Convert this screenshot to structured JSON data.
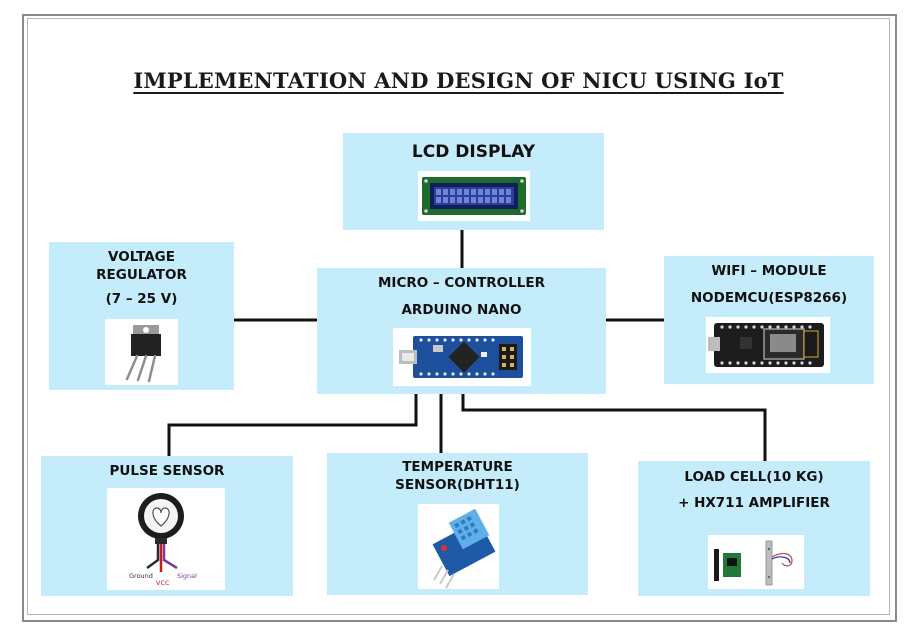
{
  "title": "IMPLEMENTATION AND DESIGN OF NICU USING IoT",
  "blocks": {
    "lcd": {
      "line1": "LCD DISPLAY",
      "icon": "lcd-module-icon"
    },
    "voltage": {
      "line1": "VOLTAGE",
      "line2": "REGULATOR",
      "line3": "(7 – 25 V)",
      "icon": "voltage-regulator-icon"
    },
    "mcu": {
      "line1": "MICRO – CONTROLLER",
      "line2": "ARDUINO NANO",
      "icon": "arduino-nano-icon"
    },
    "wifi": {
      "line1": "WIFI – MODULE",
      "line2": "NODEMCU(ESP8266)",
      "icon": "nodemcu-board-icon"
    },
    "pulse": {
      "line1": "PULSE SENSOR",
      "icon": "pulse-sensor-icon",
      "pins": {
        "ground": "Ground",
        "vcc": "VCC",
        "signal": "Signal"
      }
    },
    "temp": {
      "line1": "TEMPERATURE",
      "line2": "SENSOR(DHT11)",
      "icon": "dht11-sensor-icon"
    },
    "load": {
      "line1": "LOAD CELL(10 KG)",
      "line2": "+ HX711 AMPLIFIER",
      "icon": "load-cell-icon"
    }
  },
  "colors": {
    "box_fill": "#c5ecfb",
    "connector": "#111111",
    "border": "#8a8a8a"
  }
}
